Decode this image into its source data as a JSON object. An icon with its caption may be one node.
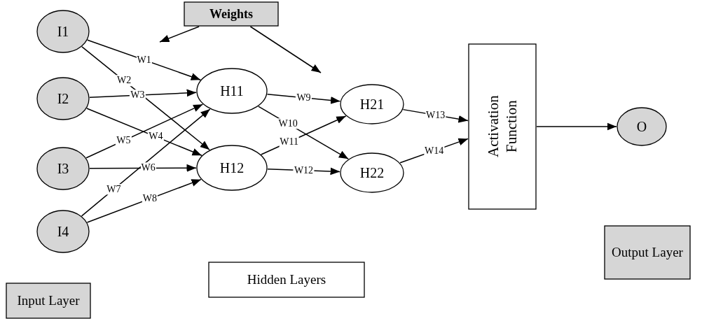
{
  "diagram": {
    "nodes": [
      {
        "text": [
          "I1"
        ]
      },
      {
        "text": [
          "I2"
        ]
      },
      {
        "text": [
          "I3"
        ]
      },
      {
        "text": [
          "I4"
        ]
      },
      {
        "text": [
          "H11"
        ]
      },
      {
        "text": [
          "H12"
        ]
      },
      {
        "text": [
          "H21"
        ]
      },
      {
        "text": [
          "H22"
        ]
      },
      {
        "text": [
          "Activation Function"
        ]
      },
      {
        "text": [
          "O"
        ]
      },
      {
        "text": [
          "Weights"
        ]
      },
      {
        "text": [
          "Hidden Layers"
        ]
      },
      {
        "text": [
          "Output Layer"
        ]
      },
      {
        "text": [
          "Input Layer"
        ]
      }
    ],
    "edges": [
      {
        "from": 0,
        "to": 4,
        "arrow": "to",
        "label": "W1"
      },
      {
        "from": 0,
        "to": 5,
        "arrow": "to",
        "label": "W2"
      },
      {
        "from": 1,
        "to": 4,
        "arrow": "to",
        "label": "W3"
      },
      {
        "from": 1,
        "to": 5,
        "arrow": "to",
        "label": "W4"
      },
      {
        "from": 2,
        "to": 4,
        "arrow": "to",
        "label": "W5"
      },
      {
        "from": 2,
        "to": 5,
        "arrow": "to",
        "label": "W6"
      },
      {
        "from": 3,
        "to": 4,
        "arrow": "to",
        "label": "W7"
      },
      {
        "from": 3,
        "to": 5,
        "arrow": "to",
        "label": "W8"
      },
      {
        "from": 4,
        "to": 6,
        "arrow": "to",
        "label": "W9"
      },
      {
        "from": 4,
        "to": 7,
        "arrow": "to",
        "label": "W10"
      },
      {
        "from": 5,
        "to": 6,
        "arrow": "to",
        "label": "W11"
      },
      {
        "from": 5,
        "to": 7,
        "arrow": "to",
        "label": "W12"
      },
      {
        "from": 6,
        "to": 8,
        "arrow": "to",
        "label": "W13"
      },
      {
        "from": 7,
        "to": 8,
        "arrow": "to",
        "label": "W14"
      },
      {
        "from": 8,
        "to": 9,
        "arrow": "to"
      },
      {
        "from": 10,
        "to": null,
        "arrow": "to"
      },
      {
        "from": 10,
        "to": null,
        "arrow": "to"
      }
    ]
  }
}
